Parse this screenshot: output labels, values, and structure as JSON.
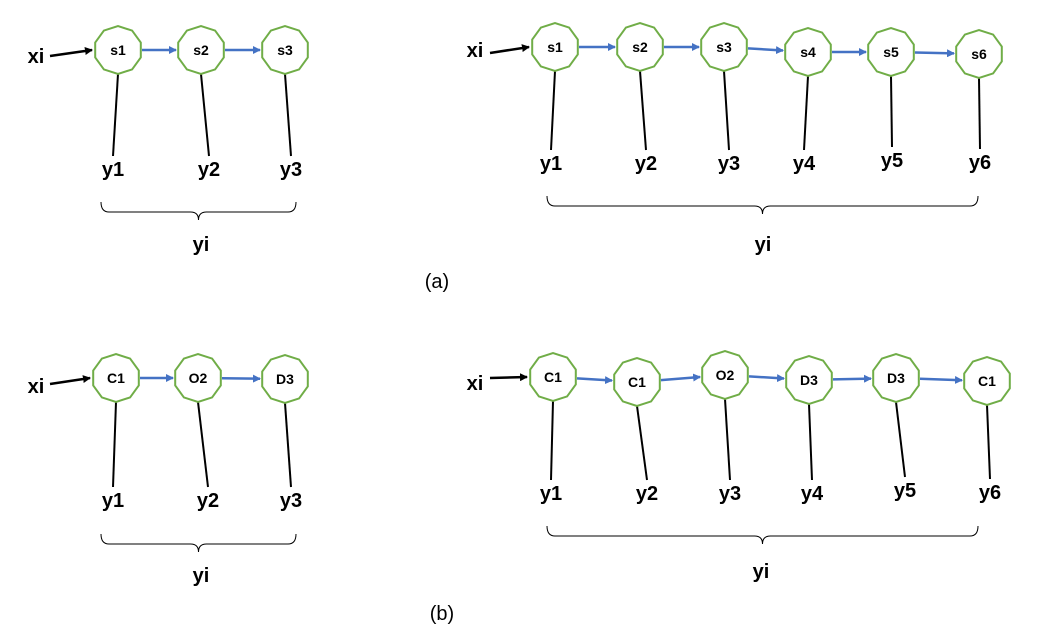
{
  "colors": {
    "node_stroke": "#70ad47",
    "transition_arrow": "#4472c4",
    "input_arrow": "#000000"
  },
  "panel_a": {
    "caption": "(a)",
    "left": {
      "input": "xi",
      "states": [
        "s1",
        "s2",
        "s3"
      ],
      "outputs": [
        "y1",
        "y2",
        "y3"
      ],
      "group": "yi"
    },
    "right": {
      "input": "xi",
      "states": [
        "s1",
        "s2",
        "s3",
        "s4",
        "s5",
        "s6"
      ],
      "outputs": [
        "y1",
        "y2",
        "y3",
        "y4",
        "y5",
        "y6"
      ],
      "group": "yi"
    }
  },
  "panel_b": {
    "caption": "(b)",
    "left": {
      "input": "xi",
      "states": [
        "C1",
        "O2",
        "D3"
      ],
      "outputs": [
        "y1",
        "y2",
        "y3"
      ],
      "group": "yi"
    },
    "right": {
      "input": "xi",
      "states": [
        "C1",
        "C1",
        "O2",
        "D3",
        "D3",
        "C1"
      ],
      "outputs": [
        "y1",
        "y2",
        "y3",
        "y4",
        "y5",
        "y6"
      ],
      "group": "yi"
    }
  }
}
